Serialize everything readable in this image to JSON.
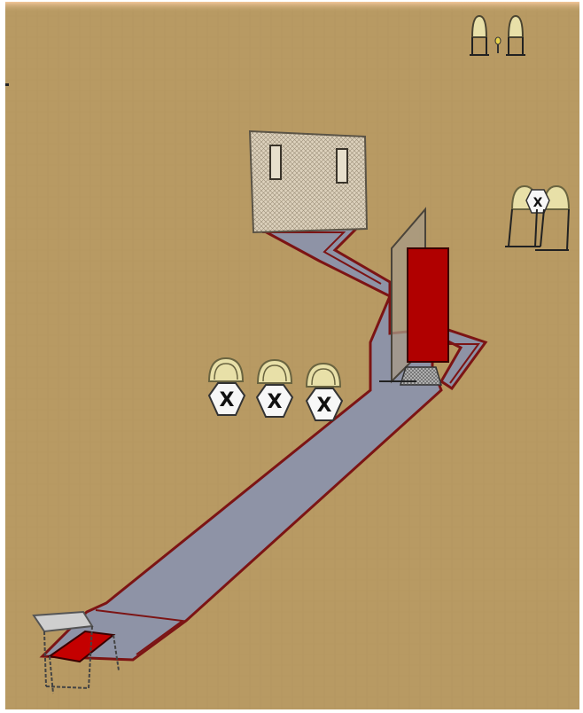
{
  "scene": {
    "type": "3d-range-stage-layout",
    "colors": {
      "ground": "#b89a63",
      "ground_dark": "#9f814c",
      "sky_glow": "#f3c79a",
      "path_fill": "#8e93a6",
      "path_edge": "#7c1414",
      "barricade": "#d7cdb7",
      "door_red": "#b00000",
      "target_face": "#e8e0a8",
      "no_shoot_white": "#f7f7f7"
    },
    "objects": [
      {
        "kind": "wall-barricade",
        "name": "wall-with-ports"
      },
      {
        "kind": "door",
        "name": "red-door-with-glass-panel"
      },
      {
        "kind": "walkway",
        "name": "stage-path"
      },
      {
        "kind": "targets",
        "name": "no-shoot-targets-center",
        "count": 3
      },
      {
        "kind": "targets",
        "name": "target-array-right",
        "count": 2
      },
      {
        "kind": "targets",
        "name": "far-targets-with-popper",
        "count": 2
      },
      {
        "kind": "chair",
        "name": "start-position-chair"
      }
    ]
  }
}
